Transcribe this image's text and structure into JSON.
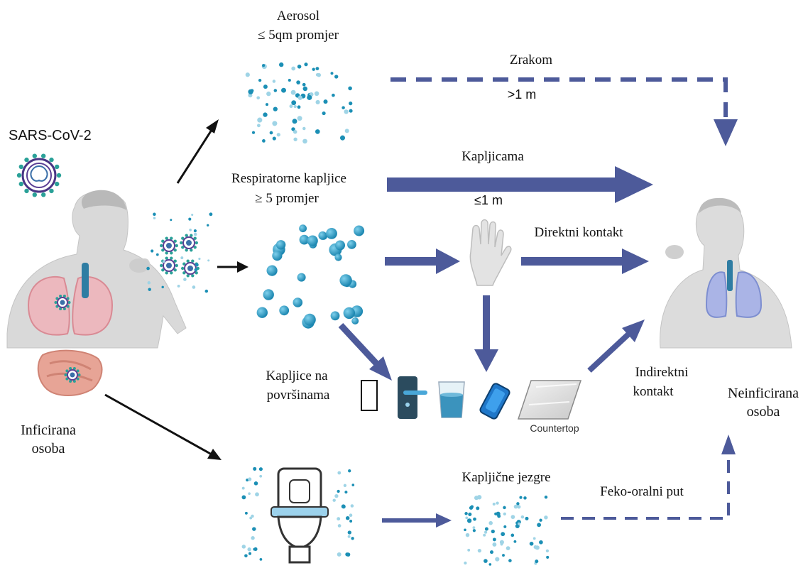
{
  "virus_label": "SARS-CoV-2",
  "infected": {
    "line1": "Inficirana",
    "line2": "osoba"
  },
  "uninfected": {
    "line1": "Neinficirana",
    "line2": "osoba"
  },
  "aerosol": {
    "line1": "Aerosol",
    "line2": "≤ 5qm promjer"
  },
  "airborne": {
    "label": "Zrakom",
    "distance": ">1 m"
  },
  "droplets": {
    "line1": "Respiratorne kapljice",
    "line2": "≥ 5 promjer"
  },
  "droplet_route": {
    "label": "Kapljicama",
    "distance": "≤1 m"
  },
  "direct_contact": "Direktni kontakt",
  "indirect_contact": {
    "line1": "Indirektni",
    "line2": "kontakt"
  },
  "surfaces": {
    "line1": "Kapljice na",
    "line2": "površinama"
  },
  "countertop": "Countertop",
  "droplet_nuclei": "Kapljične jezgre",
  "fecal_oral": "Feko-oralni put",
  "colors": {
    "arrow": "#4d5a9a",
    "black_arrow": "#111111",
    "dark_dot": "#1b8fb5",
    "light_dot": "#9fd4e6",
    "droplet": "#2a9cc4",
    "skin": "#d9d9d9",
    "lung_infected": "#e8a8b0",
    "lung_uninfected": "#9aa8de",
    "virus": "#5b3f94"
  }
}
